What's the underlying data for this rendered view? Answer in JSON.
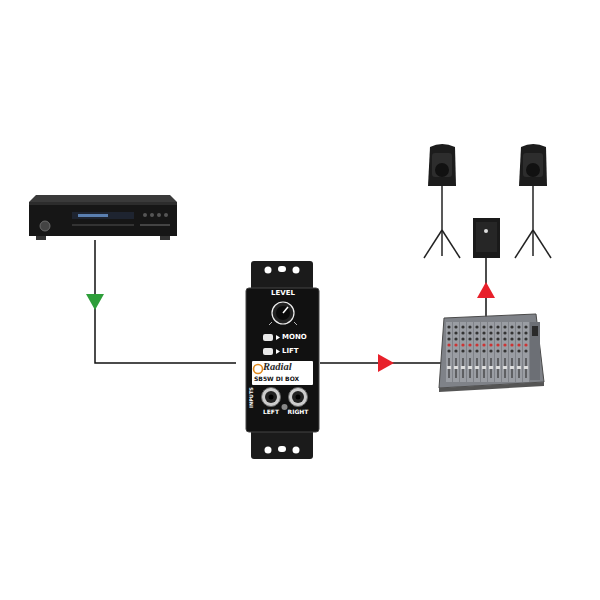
{
  "diagram": {
    "nodes": [
      {
        "text": [
          "LEVEL",
          "MONO",
          "LIFT",
          "Radial",
          "SB5W DI BOX",
          "INPUTS",
          "LEFT",
          "RIGHT"
        ]
      }
    ]
  }
}
